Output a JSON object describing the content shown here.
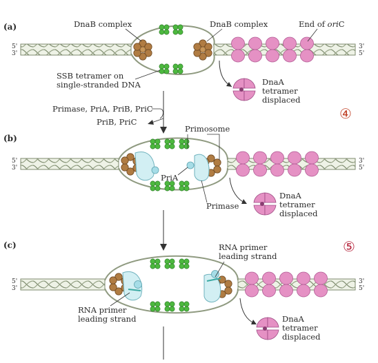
{
  "panels": {
    "a": {
      "tag": "(a)",
      "dnab_left": "DnaB complex",
      "dnab_right": "DnaB complex",
      "end_oric_prefix": "End of ",
      "end_oric_italic": "ori",
      "end_oric_suffix": "C",
      "ssb_line1": "SSB tetramer on",
      "ssb_line2": "single-stranded DNA",
      "dnaa_line1": "DnaA",
      "dnaa_line2": "tetramer",
      "dnaa_line3": "displaced"
    },
    "transition1": {
      "in_label": "Primase, PriA, PriB, PriC",
      "out_label": "PriB, PriC"
    },
    "b": {
      "tag": "(b)",
      "primosome": "Primosome",
      "pria": "PriA",
      "primase": "Primase",
      "dnaa_line1": "DnaA",
      "dnaa_line2": "tetramer",
      "dnaa_line3": "displaced"
    },
    "c": {
      "tag": "(c)",
      "rna_right_line1": "RNA primer",
      "rna_right_line2": "leading strand",
      "rna_left_line1": "RNA primer",
      "rna_left_line2": "leading strand",
      "dnaa_line1": "DnaA",
      "dnaa_line2": "tetramer",
      "dnaa_line3": "displaced"
    }
  },
  "strand_ends": {
    "left_top": "5'",
    "left_bottom": "3'",
    "right_top": "3'",
    "right_bottom": "5'"
  },
  "step_markers": [
    "④",
    "⑤"
  ],
  "colors": {
    "dna_fill": "#e9eee0",
    "dna_stroke": "#7d8a6e",
    "dnab": "#b07c43",
    "ssb": "#49b53d",
    "dnaa": "#e48fc3",
    "primase": "#cfeef2",
    "pria": "#9fdbe6",
    "step4": "#c1442a",
    "step5": "#b5233b"
  }
}
